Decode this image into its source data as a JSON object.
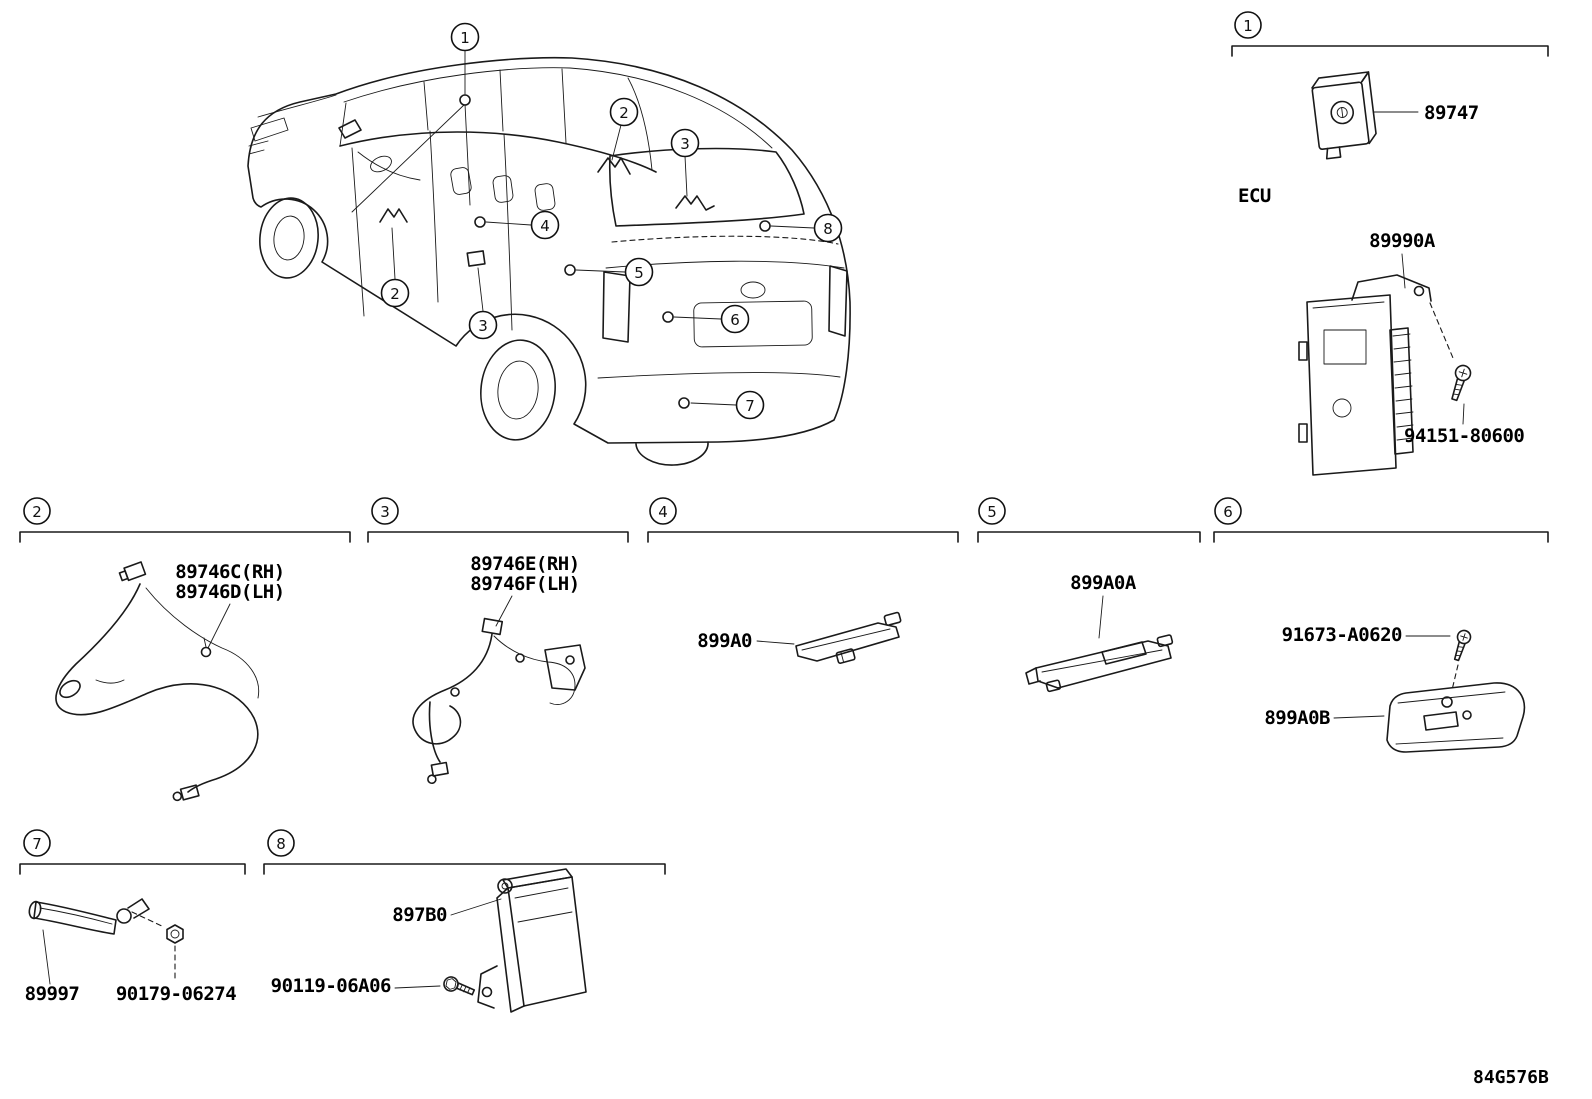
{
  "page": {
    "diagram_code": "84G576B"
  },
  "vehicle": {
    "callouts": [
      "1",
      "2",
      "3",
      "4",
      "5",
      "6",
      "7",
      "8",
      "2",
      "3"
    ]
  },
  "sections": [
    {
      "num": "1",
      "ecu_label": "ECU",
      "parts": [
        "89747",
        "89990A",
        "94151-80600"
      ]
    },
    {
      "num": "2",
      "parts": [
        "89746C(RH)",
        "89746D(LH)"
      ]
    },
    {
      "num": "3",
      "parts": [
        "89746E(RH)",
        "89746F(LH)"
      ]
    },
    {
      "num": "4",
      "parts": [
        "899A0"
      ]
    },
    {
      "num": "5",
      "parts": [
        "899A0A"
      ]
    },
    {
      "num": "6",
      "parts": [
        "91673-A0620",
        "899A0B"
      ]
    },
    {
      "num": "7",
      "parts": [
        "89997",
        "90179-06274"
      ]
    },
    {
      "num": "8",
      "parts": [
        "897B0",
        "90119-06A06"
      ]
    }
  ]
}
